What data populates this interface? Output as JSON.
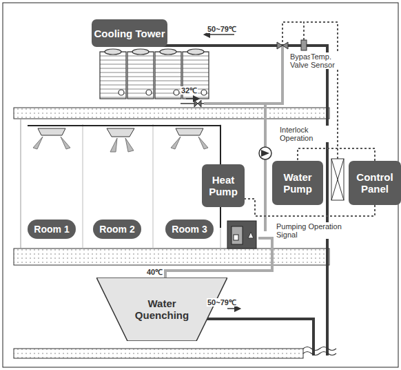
{
  "diagram": {
    "nodes": [
      {
        "text": [
          "Cooling Tower"
        ]
      },
      {
        "text": [
          "Heat Pump"
        ]
      },
      {
        "text": [
          "Water Pump"
        ]
      },
      {
        "text": [
          "Control Panel"
        ]
      },
      {
        "text": [
          "Room 1"
        ]
      },
      {
        "text": [
          "Room 2"
        ]
      },
      {
        "text": [
          "Room 3"
        ]
      },
      {
        "text": [
          "Water Quenching"
        ]
      }
    ],
    "edges": [
      {
        "from": 3,
        "to": 2,
        "arrow": "none"
      },
      {
        "from": 3,
        "to": 1,
        "arrow": "none"
      }
    ],
    "labels": [
      "50~79℃",
      "Bypass Valve",
      "Temp. Sensor",
      "32℃",
      "Interlock Operation",
      "Pumping Operation Signal",
      "40℃",
      "50~79℃"
    ]
  }
}
